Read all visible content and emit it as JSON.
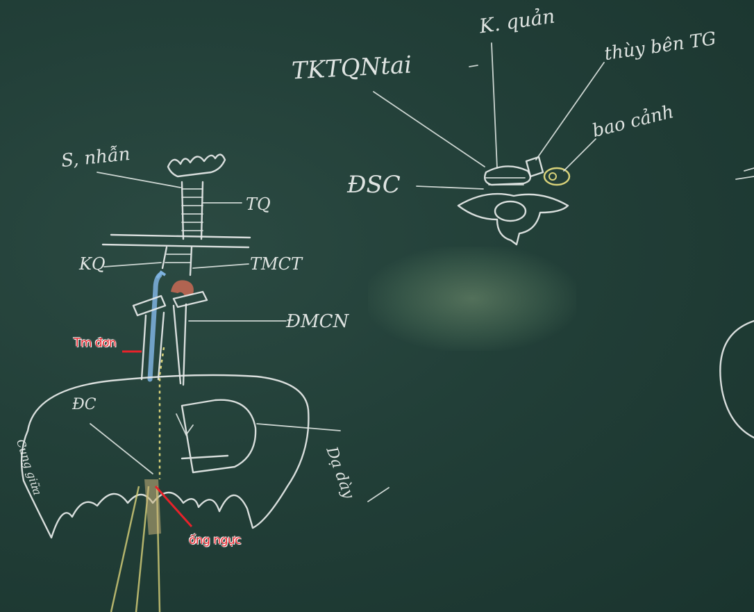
{
  "board": {
    "left_diagram": {
      "labels": {
        "sun_nhan": "S, nhẫn",
        "tq": "TQ",
        "kq": "KQ",
        "tmct": "TMCT",
        "dmcn": "ĐMCN",
        "dc": "ĐC",
        "cung_giua": "Cung giữa",
        "da_day": "Dạ dày"
      },
      "annotations": {
        "tm_don": "Tm đơn",
        "ong_nguc": "ống ngực"
      }
    },
    "right_diagram": {
      "labels": {
        "tktqn": "TKTQNtai",
        "k_quan": "K. quản",
        "thuy_ben": "thùy bên TG",
        "bao_canh": "bao cảnh",
        "dsc": "ĐSC"
      }
    },
    "colors": {
      "board": "#223f38",
      "chalk": "#e8ecea",
      "blue_chalk": "#7fb3e0",
      "red_chalk": "#c96a55",
      "yellow_chalk": "#d9d27a",
      "annotation_red": "#e8222a"
    }
  }
}
